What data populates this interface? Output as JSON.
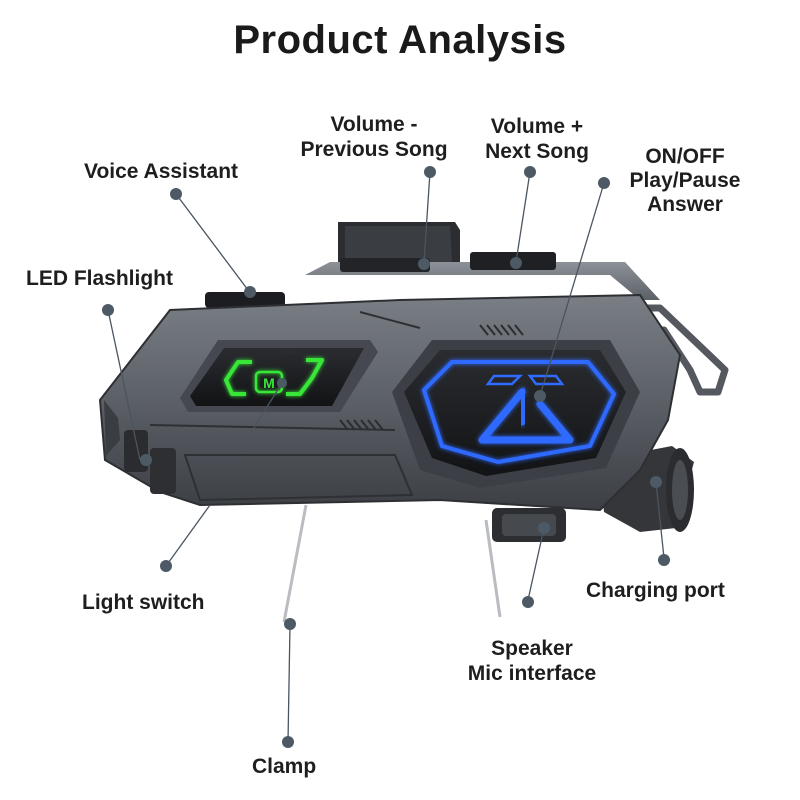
{
  "title": "Product Analysis",
  "labels": {
    "volume_minus_line1": "Volume -",
    "volume_minus_line2": "Previous Song",
    "volume_plus_line1": "Volume +",
    "volume_plus_line2": "Next Song",
    "onoff_line1": "ON/OFF",
    "onoff_line2": "Play/Pause",
    "onoff_line3": "Answer",
    "voice_assistant": "Voice Assistant",
    "led_flashlight": "LED Flashlight",
    "light_switch": "Light switch",
    "charging_port": "Charging port",
    "speaker_line1": "Speaker",
    "speaker_line2": "Mic interface",
    "clamp": "Clamp"
  },
  "device": {
    "left_button_glyph": "M",
    "left_button_color": "#39e639",
    "right_button_color": "#2f6bff",
    "body_color": "#5a5d63",
    "pointer_color": "#4a5560"
  }
}
